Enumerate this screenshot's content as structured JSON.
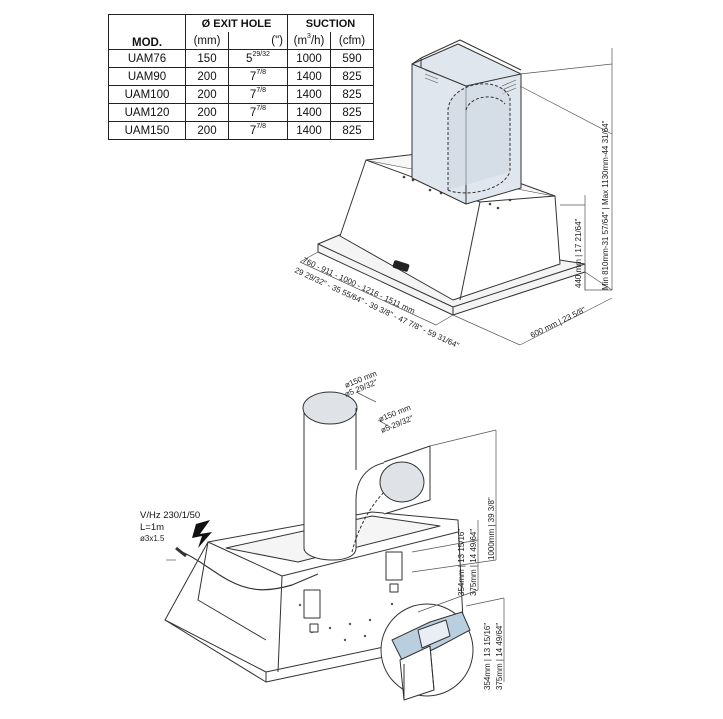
{
  "table": {
    "headers": {
      "model": "MOD.",
      "exit_hole": "Ø EXIT HOLE",
      "suction": "SUCTION",
      "mm": "(mm)",
      "inch": "(\")",
      "m3h_a": "(m",
      "m3h_sup": "3",
      "m3h_b": "/h)",
      "cfm": "(cfm)"
    },
    "rows": [
      {
        "model": "UAM76",
        "mm": "150",
        "in_whole": "5",
        "in_frac": "29/32",
        "m3h": "1000",
        "cfm": "590"
      },
      {
        "model": "UAM90",
        "mm": "200",
        "in_whole": "7",
        "in_frac": "7/8",
        "m3h": "1400",
        "cfm": "825"
      },
      {
        "model": "UAM100",
        "mm": "200",
        "in_whole": "7",
        "in_frac": "7/8",
        "m3h": "1400",
        "cfm": "825"
      },
      {
        "model": "UAM120",
        "mm": "200",
        "in_whole": "7",
        "in_frac": "7/8",
        "m3h": "1400",
        "cfm": "825"
      },
      {
        "model": "UAM150",
        "mm": "200",
        "in_whole": "7",
        "in_frac": "7/8",
        "m3h": "1400",
        "cfm": "825"
      }
    ]
  },
  "top_diagram": {
    "width_mm": "760 - 911 - 1000 - 1216 - 1511 mm",
    "width_in": "29 29/32\" - 35 55/64\" - 39 3/8\" - 47 7/8\" - 59 31/64\"",
    "depth": "600 mm | 23 5/8\"",
    "height": "440 mm | 17 21/64\"",
    "total_height": "Min 810mm-31 57/64\" | Max 1130mm-44 31/64\""
  },
  "bottom_diagram": {
    "duct_top_mm": "ø150 mm",
    "duct_top_in": "ø5 29/32\"",
    "duct_side_mm": "ø150 mm",
    "duct_side_in": "ø5 29/32\"",
    "electrical_line1": "V/Hz 230/1/50",
    "electrical_line2": "L=1m",
    "electrical_line3": "ø3x1.5",
    "duct_height": "1000mm | 39 3/8\"",
    "bracket_a": "354mm | 13 15/16\"",
    "bracket_b": "375mm | 14 49/64\"",
    "detail_a": "354mm | 13 15/16\"",
    "detail_b": "375mm | 14 49/64\""
  }
}
